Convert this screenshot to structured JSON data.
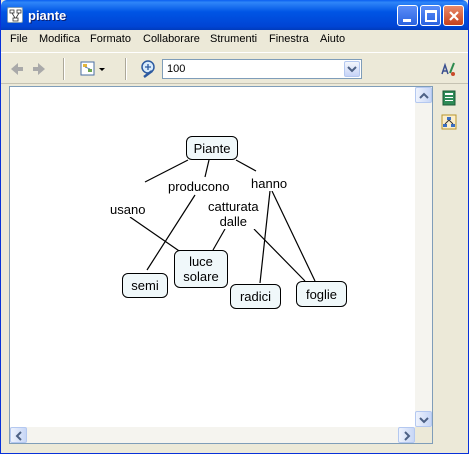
{
  "window": {
    "title": "piante"
  },
  "menu": {
    "items": [
      "File",
      "Modifica",
      "Formato",
      "Collaborare",
      "Strumenti",
      "Finestra",
      "Aiuto"
    ]
  },
  "toolbar": {
    "zoom_value": "100"
  },
  "concept_map": {
    "nodes": [
      {
        "id": "piante",
        "label": "Piante"
      },
      {
        "id": "semi",
        "label": "semi"
      },
      {
        "id": "luce",
        "label": "luce\nsolare"
      },
      {
        "id": "radici",
        "label": "radici"
      },
      {
        "id": "foglie",
        "label": "foglie"
      }
    ],
    "links": [
      {
        "id": "usano",
        "label": "usano"
      },
      {
        "id": "producono",
        "label": "producono"
      },
      {
        "id": "hanno",
        "label": "hanno"
      },
      {
        "id": "catturata",
        "label": "catturata\ndalle"
      }
    ]
  },
  "colors": {
    "title_bar": "#0055e5",
    "node_fill": "#f0f8fa",
    "canvas": "#ffffff"
  }
}
